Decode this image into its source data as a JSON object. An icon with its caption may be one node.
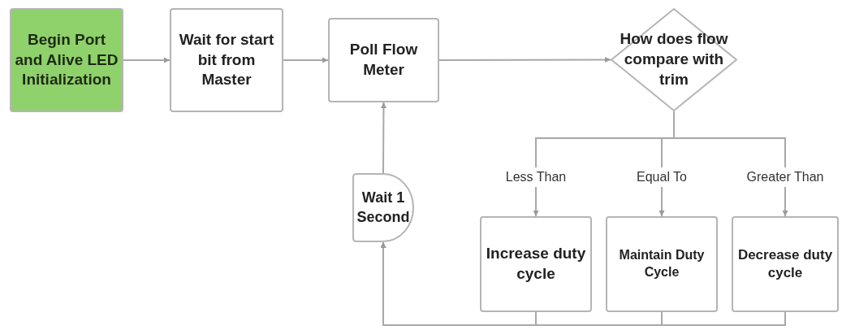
{
  "diagram": {
    "nodes": [
      {
        "text": [
          "Begin Port and Alive LED Initialization"
        ]
      },
      {
        "text": [
          "Wait for start bit from Master"
        ]
      },
      {
        "text": [
          "Poll Flow Meter"
        ]
      },
      {
        "text": [
          "How does flow compare with trim"
        ]
      },
      {
        "text": [
          "Wait 1 Second"
        ]
      },
      {
        "text": [
          "Increase duty cycle"
        ]
      },
      {
        "text": [
          "Maintain Duty Cycle"
        ]
      },
      {
        "text": [
          "Decrease duty cycle"
        ]
      }
    ],
    "edges": [
      {
        "from": 0,
        "to": 1,
        "arrow": "to"
      },
      {
        "from": 1,
        "to": 2,
        "arrow": "to"
      },
      {
        "from": 2,
        "to": 3,
        "arrow": "to"
      },
      {
        "from": 3,
        "to": 5,
        "label": "Less Than",
        "arrow": "to"
      },
      {
        "from": 3,
        "to": 6,
        "label": "Equal To",
        "arrow": "to"
      },
      {
        "from": 3,
        "to": 7,
        "label": "Greater Than",
        "arrow": "to"
      },
      {
        "from": 5,
        "to": 4,
        "arrow": "to"
      },
      {
        "from": 6,
        "to": 4,
        "arrow": "to"
      },
      {
        "from": 7,
        "to": 4,
        "arrow": "to"
      },
      {
        "from": 4,
        "to": 2,
        "arrow": "to"
      }
    ]
  }
}
